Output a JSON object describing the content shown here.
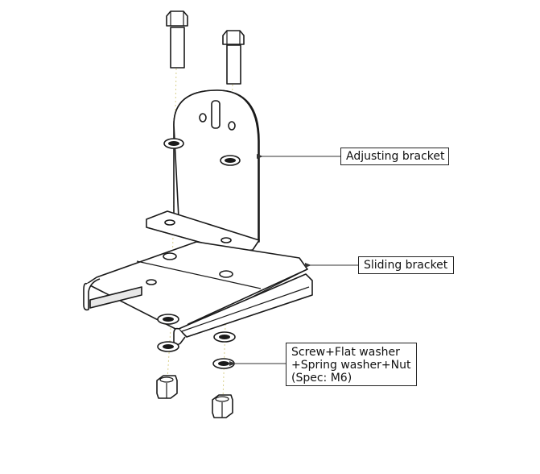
{
  "labels": {
    "adjusting": "Adjusting bracket",
    "sliding": "Sliding bracket",
    "hardware_lines": [
      "Screw+Flat washer",
      "+Spring washer+Nut",
      "(Spec: M6)"
    ]
  },
  "colors": {
    "line": "#1a1a1a",
    "centerline": "#d8cf8a",
    "background": "#ffffff"
  }
}
